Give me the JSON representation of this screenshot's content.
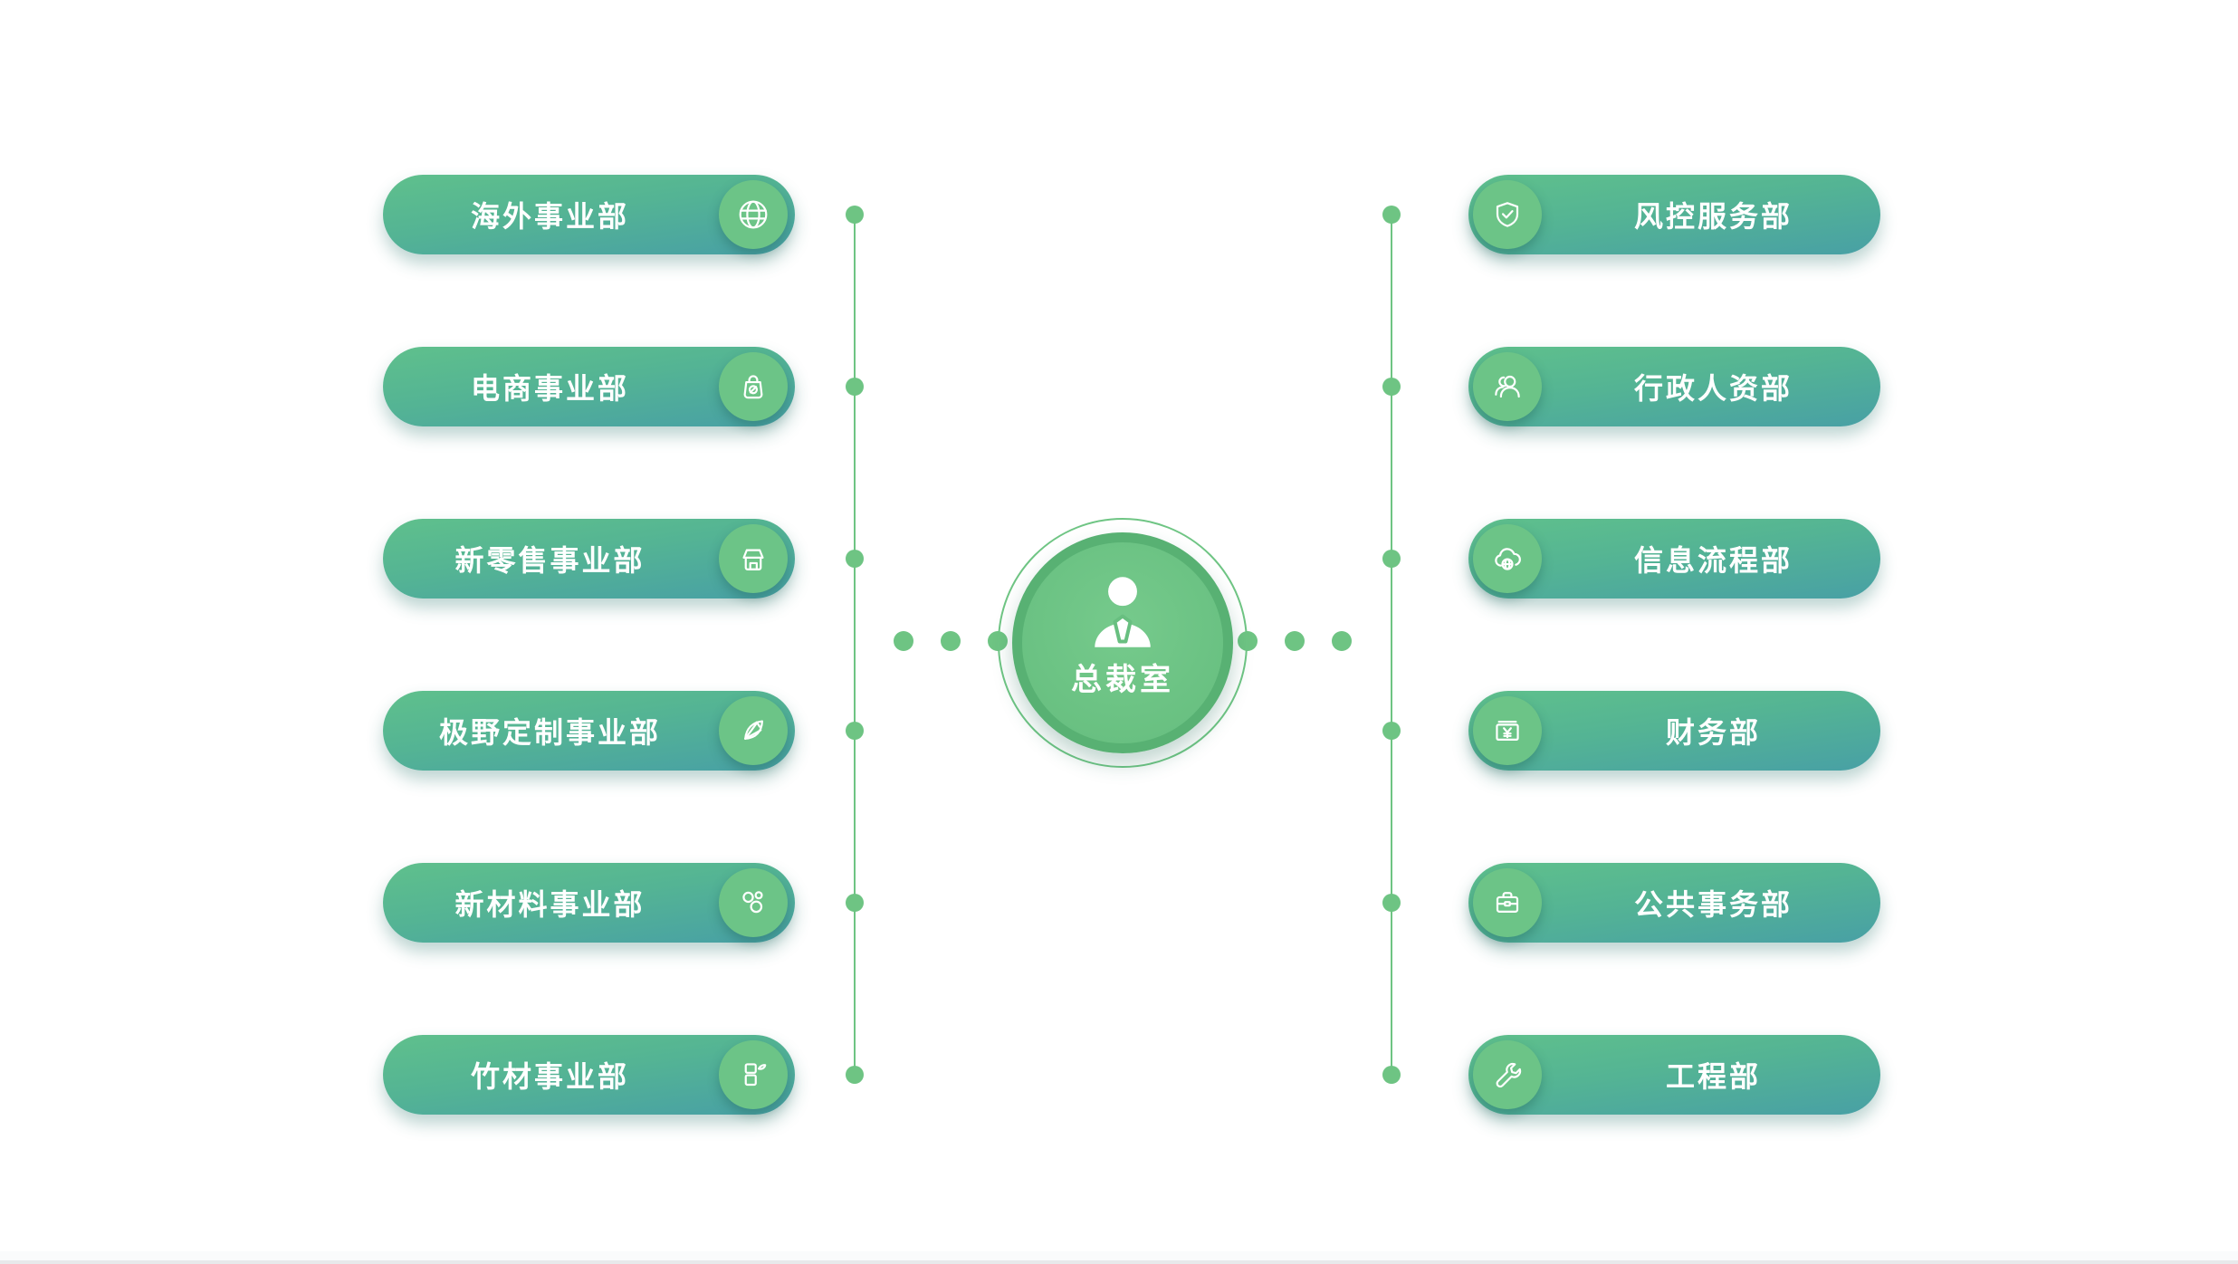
{
  "center": {
    "label": "总裁室",
    "icon": "person-icon"
  },
  "left_departments": [
    {
      "label": "海外事业部",
      "icon": "globe-icon"
    },
    {
      "label": "电商事业部",
      "icon": "shopping-bag-icon"
    },
    {
      "label": "新零售事业部",
      "icon": "storefront-icon"
    },
    {
      "label": "极野定制事业部",
      "icon": "fan-leaf-icon"
    },
    {
      "label": "新材料事业部",
      "icon": "molecule-icon"
    },
    {
      "label": "竹材事业部",
      "icon": "bamboo-icon"
    }
  ],
  "right_departments": [
    {
      "label": "风控服务部",
      "icon": "shield-check-icon"
    },
    {
      "label": "行政人资部",
      "icon": "users-icon"
    },
    {
      "label": "信息流程部",
      "icon": "cloud-globe-icon"
    },
    {
      "label": "财务部",
      "icon": "banknote-yen-icon"
    },
    {
      "label": "公共事务部",
      "icon": "briefcase-icon"
    },
    {
      "label": "工程部",
      "icon": "wrench-icon"
    }
  ],
  "colors": {
    "pill_gradient_top": "#5FC08C",
    "pill_gradient_bottom": "#48A0A5",
    "icon_circle": "#6CC487",
    "connector": "#6EC483",
    "center_fill": "#6CC384",
    "center_rim": "#58B173",
    "outer_ring": "#6FC584",
    "text": "#FFFFFF"
  }
}
